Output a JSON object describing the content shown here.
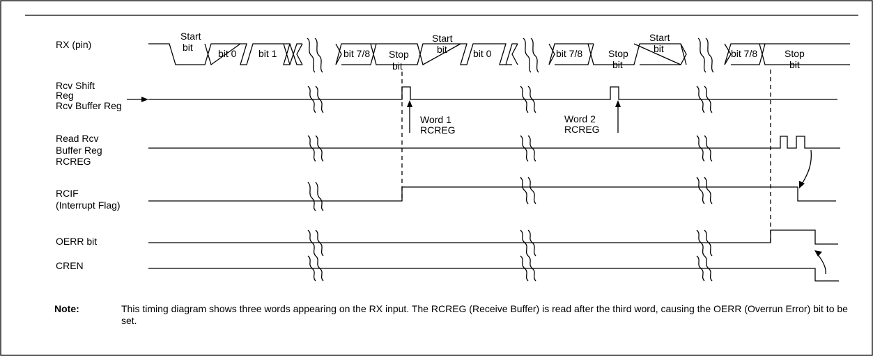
{
  "signals": {
    "rx": "RX (pin)",
    "rcv_shift": [
      "Rcv Shift",
      "Reg"
    ],
    "rcv_buffer": "Rcv Buffer Reg",
    "read_rcv": [
      "Read Rcv",
      "Buffer Reg",
      "RCREG"
    ],
    "rcif": [
      "RCIF",
      "(Interrupt Flag)"
    ],
    "oerr": "OERR bit",
    "cren": "CREN"
  },
  "rx_fields": {
    "start": [
      "Start",
      "bit"
    ],
    "stop": [
      "Stop",
      "bit"
    ],
    "bit0": "bit 0",
    "bit1": "bit 1",
    "bit78": "bit 7/8"
  },
  "annotations": {
    "word1": [
      "Word 1",
      "RCREG"
    ],
    "word2": [
      "Word 2",
      "RCREG"
    ]
  },
  "note": {
    "key": "Note:",
    "text": "This timing diagram shows three words appearing on the RX input. The RCREG (Receive Buffer) is read after the third word, causing the OERR (Overrun Error) bit to be set."
  }
}
